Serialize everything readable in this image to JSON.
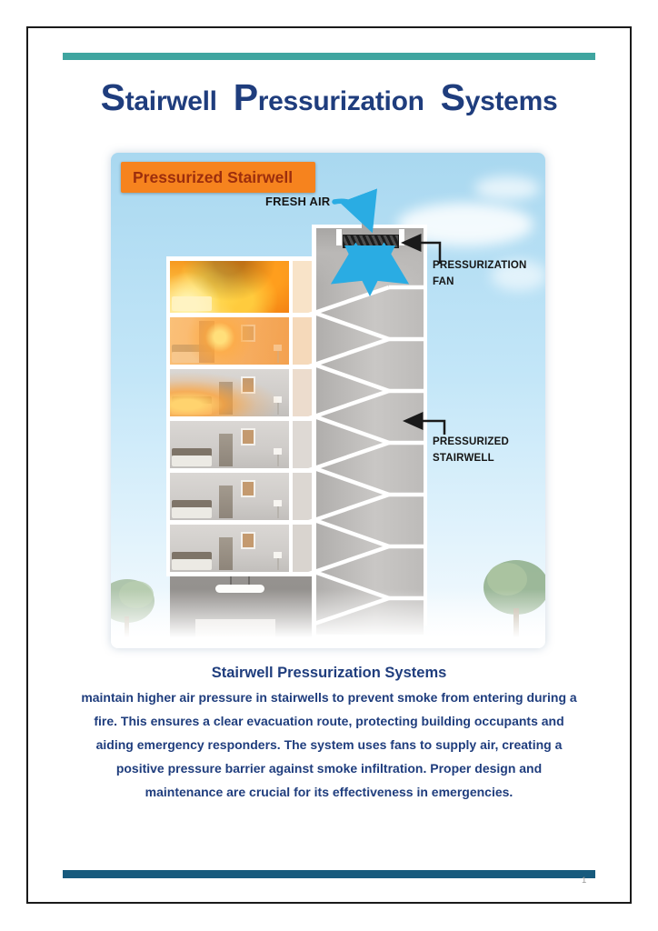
{
  "title": {
    "full": "Stairwell Pressurization Systems",
    "words": [
      "Stairwell",
      "Pressurization",
      "Systems"
    ]
  },
  "rules": {
    "top_color": "#3fa5a0",
    "bottom_color": "#175a7d"
  },
  "illustration": {
    "banner": {
      "label": "Pressurized Stairwell",
      "bg_color": "#f6831e",
      "text_color": "#9c2e0d"
    },
    "labels": {
      "fresh_air": "FRESH AIR",
      "pressurization_fan": "PRESSURIZATION FAN",
      "pressurized_stairwell": "PRESSURIZED STAIRWELL"
    },
    "air_arrow_color": "#2aace3",
    "floors": [
      "full-fire",
      "fire-spreading",
      "bed-on-fire",
      "normal",
      "normal",
      "normal",
      "lobby"
    ]
  },
  "body": {
    "heading": "Stairwell Pressurization Systems",
    "text_color": "#1f3d7d",
    "lines": [
      "maintain higher air pressure in stairwells to prevent smoke from entering during a",
      "fire. This ensures a clear evacuation route, protecting building occupants and",
      "aiding emergency responders. The system uses fans to supply air, creating a",
      "positive pressure barrier against smoke infiltration. Proper design and",
      "maintenance are crucial for its effectiveness in emergencies."
    ]
  },
  "footer": {
    "page_number": "1"
  }
}
